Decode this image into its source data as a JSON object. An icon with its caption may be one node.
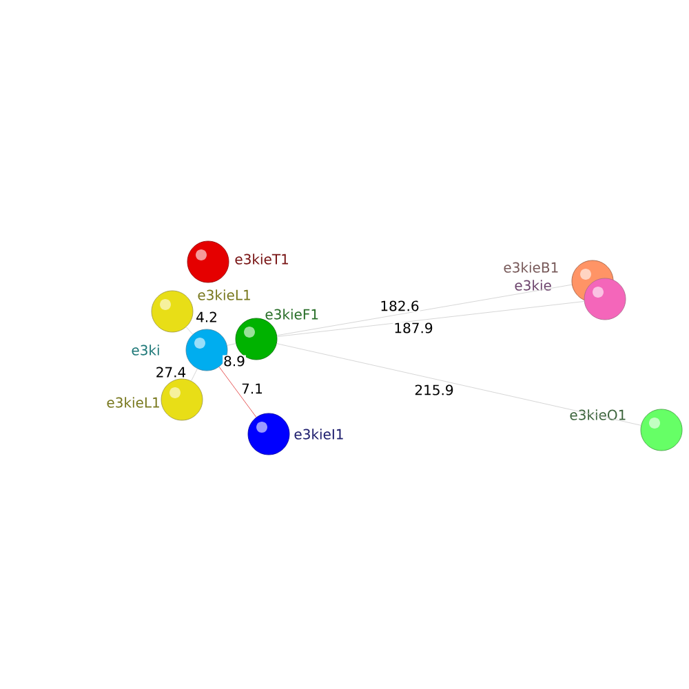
{
  "diagram": {
    "nodes": [
      {
        "text": [
          "e3kieT1"
        ]
      },
      {
        "text": [
          "e3kieL1"
        ]
      },
      {
        "text": [
          "e3ki"
        ]
      },
      {
        "text": [
          "e3kieF1"
        ]
      },
      {
        "text": [
          "e3kieL1"
        ]
      },
      {
        "text": [
          "e3kieI1"
        ]
      },
      {
        "text": [
          "e3kieB1"
        ]
      },
      {
        "text": [
          "e3kie"
        ]
      },
      {
        "text": [
          "e3kieO1"
        ]
      }
    ],
    "edges": [
      {
        "from": 3,
        "to": 6,
        "arrow": "none",
        "label": "182.6"
      },
      {
        "from": 3,
        "to": 7,
        "arrow": "none",
        "label": "187.9"
      },
      {
        "from": 3,
        "to": 8,
        "arrow": "none",
        "label": "215.9"
      },
      {
        "from": 2,
        "to": 5,
        "arrow": "none",
        "label": "7.1",
        "color": "#e03030"
      },
      {
        "from": 1,
        "to": 2,
        "arrow": "none",
        "label": "4.2"
      },
      {
        "from": 2,
        "to": 3,
        "arrow": "none",
        "label": "8.9"
      },
      {
        "from": 4,
        "to": 2,
        "arrow": "none",
        "label": "27.4"
      }
    ]
  }
}
